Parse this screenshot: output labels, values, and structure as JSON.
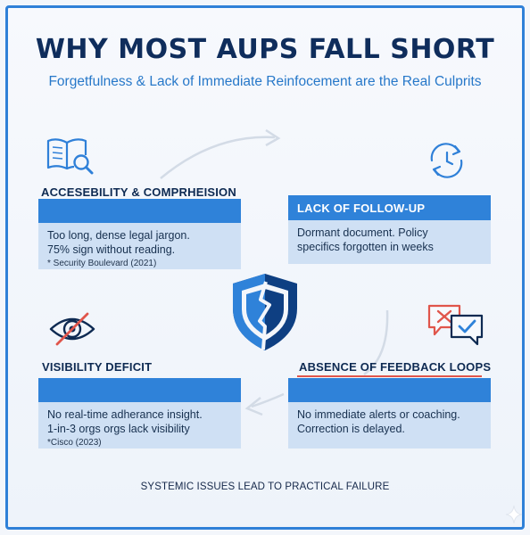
{
  "header": {
    "title": "WHY MOST AUPS FALL SHORT",
    "subtitle": "Forgetfulness & Lack of Immediate Reinfocement are the Real Culprits"
  },
  "cards": [
    {
      "id": "accessibility",
      "heading": "ACCESEBILITY & COMPRHEISION",
      "bar_label": "",
      "lines": [
        "Too long, dense legal jargon.",
        "75% sign without reading."
      ],
      "citation": "* Security Boulevard (2021)",
      "icon": "book-magnifier-icon"
    },
    {
      "id": "follow-up",
      "heading": "",
      "bar_label": "LACK OF FOLLOW-UP",
      "lines": [
        "Dormant document. Policy",
        "specifics forgotten in weeks"
      ],
      "citation": "",
      "icon": "clock-refresh-icon"
    },
    {
      "id": "visibility",
      "heading": "VISIBILITY DEFICIT",
      "bar_label": "",
      "lines": [
        "No real-time adherance insight.",
        "1-in-3 orgs orgs lack visibility"
      ],
      "citation": "*Cisco (2023)",
      "icon": "eye-slash-icon"
    },
    {
      "id": "feedback",
      "heading": "ABSENCE OF FEEDBACK LOOPS",
      "bar_label": "",
      "lines": [
        "No immediate alerts or coaching.",
        "Correction is delayed."
      ],
      "citation": "",
      "icon": "chat-check-x-icon"
    }
  ],
  "center_icon": "broken-shield-icon",
  "footer": {
    "text": "SYSTEMIC ISSUES LEAD TO PRACTICAL FAILURE"
  },
  "colors": {
    "title": "#0f2d5c",
    "accent": "#2f82d9",
    "panel": "#cfe0f4",
    "alert": "#e0554b"
  }
}
